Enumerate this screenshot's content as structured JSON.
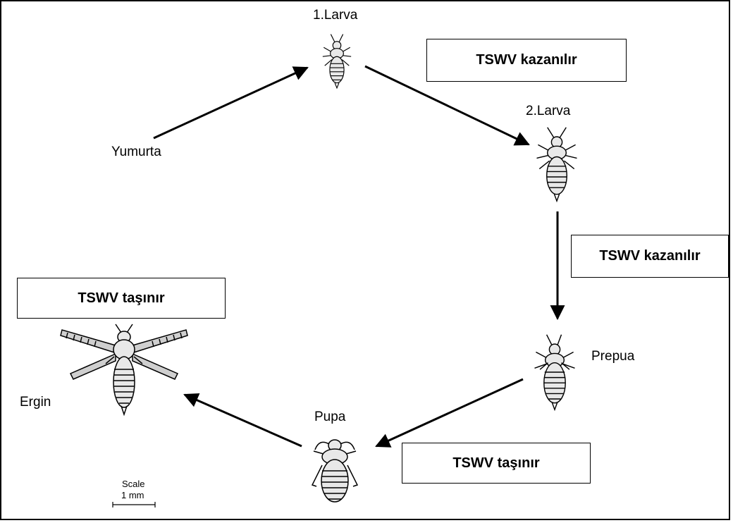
{
  "stages": {
    "larva1": "1.Larva",
    "larva2": "2.Larva",
    "egg": "Yumurta",
    "prepupa": "Prepua",
    "pupa": "Pupa",
    "adult": "Ergin"
  },
  "notes": {
    "acquired_top": "TSWV kazanılır",
    "acquired_right": "TSWV kazanılır",
    "carried_left": "TSWV taşınır",
    "carried_bottom": "TSWV taşınır"
  },
  "scale": {
    "title": "Scale",
    "value": "1 mm"
  },
  "icons": [
    "larva-1-icon",
    "larva-2-icon",
    "prepupa-icon",
    "pupa-icon",
    "adult-thrips-icon"
  ],
  "colors": {
    "ink": "#000000",
    "background": "#ffffff",
    "body_fill": "#e8e8e8"
  }
}
